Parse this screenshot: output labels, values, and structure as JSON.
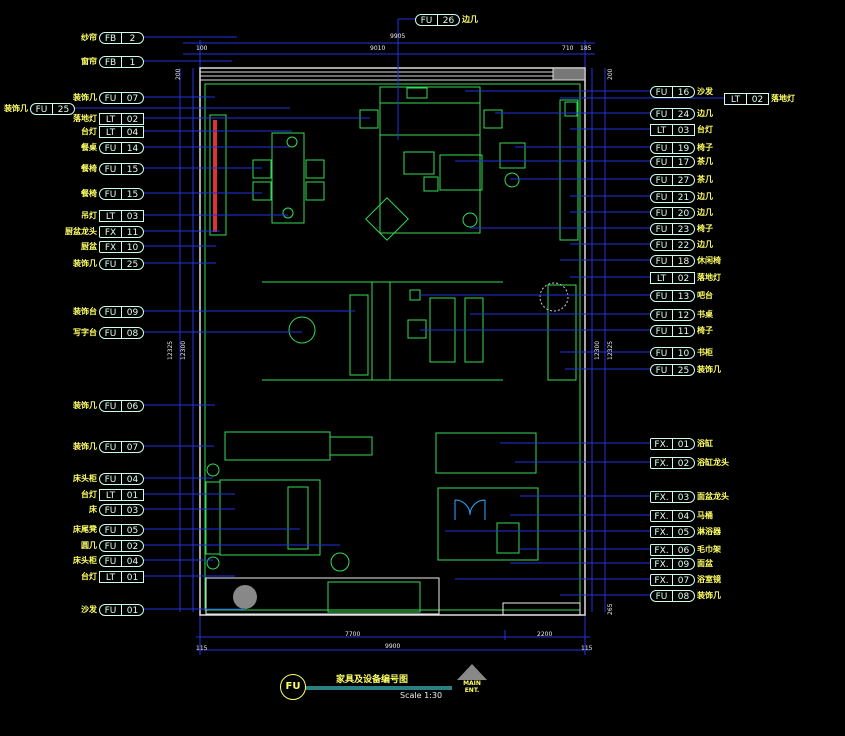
{
  "drawing": {
    "title": "家具及设备编号图",
    "scale": "Scale 1:30",
    "badge": "FU",
    "entry_label": "MAIN ENT."
  },
  "dimensions": {
    "top_overall": "9905",
    "top_main": "9010",
    "top_right": "710",
    "top_left_small": "100",
    "top_right_small": "185",
    "left_side_small": "200",
    "right_side_small": "200",
    "bottom_left": "7700",
    "bottom_right": "2200",
    "bottom_overall": "9900",
    "bottom_left_small": "115",
    "bottom_right_small": "115",
    "left_height_outer": "12325",
    "left_height_inner": "12300",
    "right_height_inner": "12300",
    "right_height_outer": "12325",
    "bottom_right_side": "265"
  },
  "top_tag": {
    "code": "FU",
    "num": "26",
    "label": "边几"
  },
  "left_tags": [
    {
      "code": "FB",
      "num": "2",
      "label": "纱帘",
      "shape": "round"
    },
    {
      "code": "FB",
      "num": "1",
      "label": "窗帘",
      "shape": "round"
    },
    {
      "code": "FU",
      "num": "07",
      "label": "装饰几",
      "shape": "round"
    },
    {
      "code": "FU",
      "num": "25",
      "label": "装饰几",
      "shape": "round"
    },
    {
      "code": "LT",
      "num": "02",
      "label": "落地灯",
      "shape": "box"
    },
    {
      "code": "LT",
      "num": "04",
      "label": "台灯",
      "shape": "box"
    },
    {
      "code": "FU",
      "num": "14",
      "label": "餐桌",
      "shape": "round"
    },
    {
      "code": "FU",
      "num": "15",
      "label": "餐椅",
      "shape": "round"
    },
    {
      "code": "FU",
      "num": "15",
      "label": "餐椅",
      "shape": "round"
    },
    {
      "code": "LT",
      "num": "03",
      "label": "吊灯",
      "shape": "box"
    },
    {
      "code": "FX",
      "num": "11",
      "label": "厨盆龙头",
      "shape": "hex"
    },
    {
      "code": "FX",
      "num": "10",
      "label": "厨盆",
      "shape": "hex"
    },
    {
      "code": "FU",
      "num": "25",
      "label": "装饰几",
      "shape": "round"
    },
    {
      "code": "FU",
      "num": "09",
      "label": "装饰台",
      "shape": "round"
    },
    {
      "code": "FU",
      "num": "08",
      "label": "写字台",
      "shape": "round"
    },
    {
      "code": "FU",
      "num": "06",
      "label": "装饰几",
      "shape": "round"
    },
    {
      "code": "FU",
      "num": "07",
      "label": "装饰几",
      "shape": "round"
    },
    {
      "code": "FU",
      "num": "04",
      "label": "床头柜",
      "shape": "round"
    },
    {
      "code": "LT",
      "num": "01",
      "label": "台灯",
      "shape": "box"
    },
    {
      "code": "FU",
      "num": "03",
      "label": "床",
      "shape": "round"
    },
    {
      "code": "FU",
      "num": "05",
      "label": "床尾凳",
      "shape": "round"
    },
    {
      "code": "FU",
      "num": "02",
      "label": "圆几",
      "shape": "round"
    },
    {
      "code": "FU",
      "num": "04",
      "label": "床头柜",
      "shape": "round"
    },
    {
      "code": "LT",
      "num": "01",
      "label": "台灯",
      "shape": "box"
    },
    {
      "code": "FU",
      "num": "01",
      "label": "沙发",
      "shape": "round"
    }
  ],
  "right_tags": [
    {
      "code": "FU",
      "num": "16",
      "label": "沙发",
      "shape": "round"
    },
    {
      "code": "LT",
      "num": "02",
      "label": "落地灯",
      "shape": "box"
    },
    {
      "code": "FU",
      "num": "24",
      "label": "边几",
      "shape": "round"
    },
    {
      "code": "LT",
      "num": "03",
      "label": "台灯",
      "shape": "box"
    },
    {
      "code": "FU",
      "num": "19",
      "label": "椅子",
      "shape": "round"
    },
    {
      "code": "FU",
      "num": "17",
      "label": "茶几",
      "shape": "round"
    },
    {
      "code": "FU",
      "num": "27",
      "label": "茶几",
      "shape": "round"
    },
    {
      "code": "FU",
      "num": "21",
      "label": "边几",
      "shape": "round"
    },
    {
      "code": "FU",
      "num": "20",
      "label": "边几",
      "shape": "round"
    },
    {
      "code": "FU",
      "num": "23",
      "label": "椅子",
      "shape": "round"
    },
    {
      "code": "FU",
      "num": "22",
      "label": "边几",
      "shape": "round"
    },
    {
      "code": "FU",
      "num": "18",
      "label": "休闲椅",
      "shape": "round"
    },
    {
      "code": "LT",
      "num": "02",
      "label": "落地灯",
      "shape": "box"
    },
    {
      "code": "FU",
      "num": "13",
      "label": "吧台",
      "shape": "round"
    },
    {
      "code": "FU",
      "num": "12",
      "label": "书桌",
      "shape": "round"
    },
    {
      "code": "FU",
      "num": "11",
      "label": "椅子",
      "shape": "round"
    },
    {
      "code": "FU",
      "num": "10",
      "label": "书柜",
      "shape": "round"
    },
    {
      "code": "FU",
      "num": "25",
      "label": "装饰几",
      "shape": "round"
    },
    {
      "code": "FX.",
      "num": "01",
      "label": "浴缸",
      "shape": "hex"
    },
    {
      "code": "FX.",
      "num": "02",
      "label": "浴缸龙头",
      "shape": "hex"
    },
    {
      "code": "FX.",
      "num": "03",
      "label": "面盆龙头",
      "shape": "hex"
    },
    {
      "code": "FX.",
      "num": "04",
      "label": "马桶",
      "shape": "hex"
    },
    {
      "code": "FX.",
      "num": "05",
      "label": "淋浴器",
      "shape": "hex"
    },
    {
      "code": "FX.",
      "num": "06",
      "label": "毛巾架",
      "shape": "hex"
    },
    {
      "code": "FX.",
      "num": "09",
      "label": "面盆",
      "shape": "hex"
    },
    {
      "code": "FX.",
      "num": "07",
      "label": "浴室镜",
      "shape": "hex"
    },
    {
      "code": "FU",
      "num": "08",
      "label": "装饰几",
      "shape": "round"
    }
  ]
}
